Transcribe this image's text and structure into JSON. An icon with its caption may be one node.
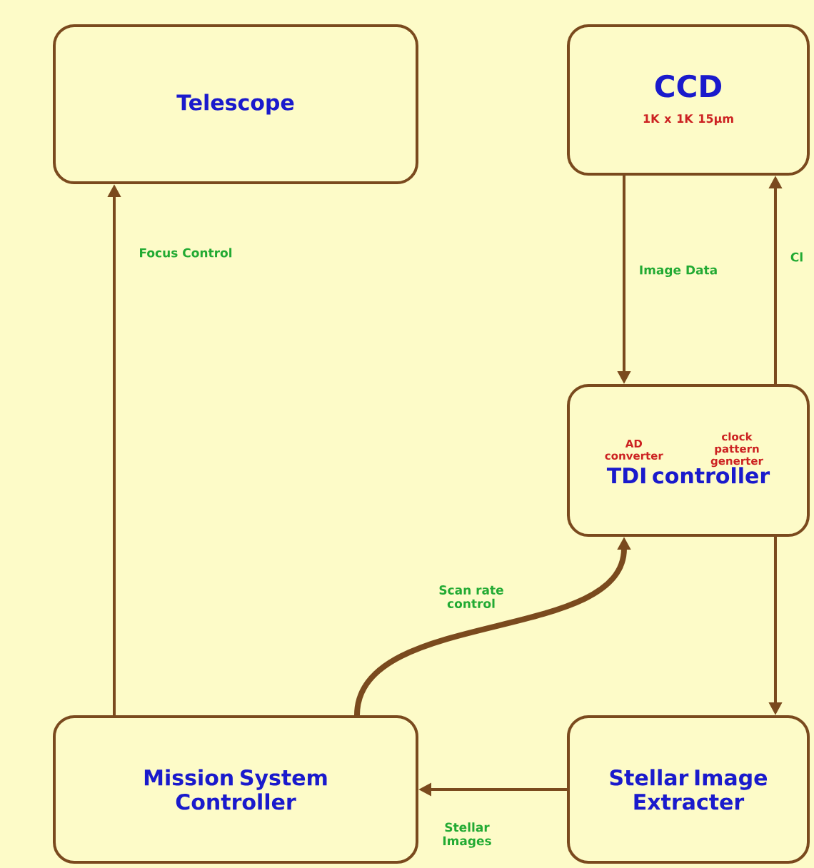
{
  "diagram": {
    "nodes": [
      {
        "text": [
          "Telescope"
        ]
      },
      {
        "text": [
          "CCD",
          "1K x 1K 15μm"
        ]
      },
      {
        "text": [
          "AD converter",
          "clock pattern generter",
          "TDI controller"
        ]
      },
      {
        "text": [
          "Mission System Controller"
        ]
      },
      {
        "text": [
          "Stellar Image Extracter"
        ]
      }
    ],
    "edges": [
      {
        "from": 3,
        "to": 0,
        "arrow": "to",
        "label": "Focus Control"
      },
      {
        "from": 1,
        "to": 2,
        "arrow": "to",
        "label": "Image Data"
      },
      {
        "from": 2,
        "to": 1,
        "arrow": "to",
        "label": "Cl"
      },
      {
        "from": 3,
        "to": 2,
        "arrow": "to",
        "label": "Scan rate control",
        "style": "thick"
      },
      {
        "from": 2,
        "to": 4,
        "arrow": "to"
      },
      {
        "from": 4,
        "to": 3,
        "arrow": "to",
        "label": "Stellar Images"
      }
    ]
  }
}
